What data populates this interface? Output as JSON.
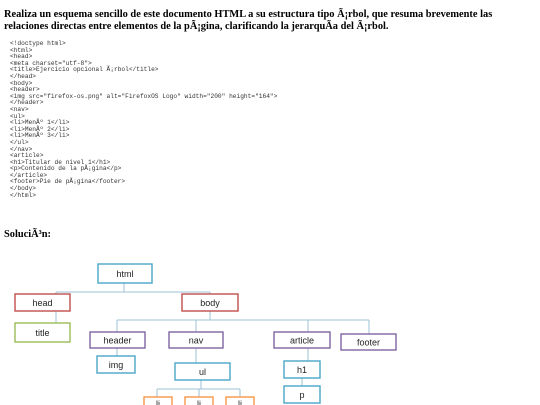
{
  "question": "Realiza un esquema sencillo de este documento HTML a su estructura tipo Ã¡rbol, que resuma brevemente las relaciones directas entre elementos de la pÃ¡gina, clarificando la jerarquÃa del Ã¡rbol.",
  "code_lines": [
    "<!doctype html>",
    "<html>",
    "<head>",
    "<meta charset=\"utf-8\">",
    "<title>Ejercicio opcional Ã¡rbol</title>",
    "</head>",
    "<body>",
    "<header>",
    "<img src=\"firefox-os.png\" alt=\"FirefoxOS Logo\" width=\"200\" height=\"164\">",
    "</header>",
    "<nav>",
    "<ul>",
    "<li>MenÃº 1</li>",
    "<li>MenÃº 2</li>",
    "<li>MenÃº 3</li>",
    "</ul>",
    "</nav>",
    "<article>",
    "<h1>Titular de nivel 1</h1>",
    "<p>Contenido de la pÃ¡gina</p>",
    "</article>",
    "<footer>Pie de pÃ¡gina</footer>",
    "</body>",
    "</html>"
  ],
  "solution_heading": "SoluciÃ³n:",
  "colors": {
    "blue": "#4aa6c9",
    "red": "#c0504d",
    "green": "#9bbb59",
    "purple": "#8064a2",
    "orange": "#f79646"
  },
  "tree": {
    "html": "html",
    "head": "head",
    "title": "title",
    "body": "body",
    "header": "header",
    "img": "img",
    "nav": "nav",
    "ul": "ul",
    "li_1": "li",
    "li_2": "li",
    "li_3": "li",
    "article": "article",
    "h1": "h1",
    "p": "p",
    "footer": "footer"
  }
}
